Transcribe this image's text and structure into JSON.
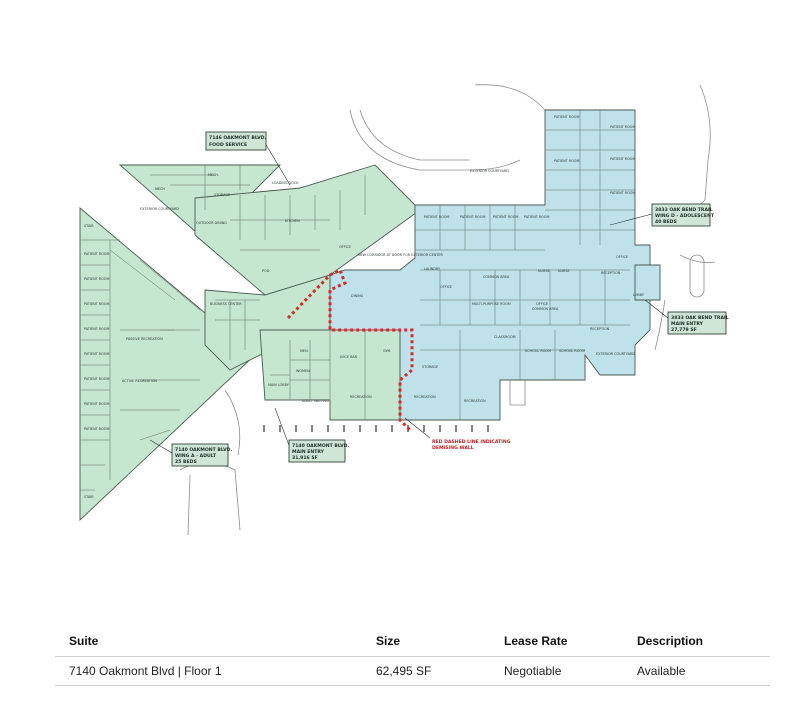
{
  "plan_labels": {
    "food_service": [
      "7146 OAKMONT BLVD.",
      "FOOD SERVICE"
    ],
    "adolescent": [
      "3833 OAK BEND TRAIL",
      "WING D - ADOLESCENT",
      "40 BEDS"
    ],
    "main_entry_right": [
      "3833 OAK BEND TRAIL",
      "MAIN ENTRY",
      "27,779 SF"
    ],
    "wing_a": [
      "7140 OAKMONT BLVD.",
      "WING A - ADULT",
      "25 BEDS"
    ],
    "main_entry_center": [
      "7140 OAKMONT BLVD.",
      "MAIN ENTRY",
      "31,916 SF"
    ],
    "demising_note": [
      "RED DASHED LINE INDICATING",
      "DEMISING WALL"
    ],
    "rooms": {
      "mech": "MECH.",
      "mech2": "MECH",
      "storage": "STORAGE",
      "loading": "LOADING DOCK",
      "courtyard_left": "EXTERIOR COURTYARD",
      "courtyard_top": "EXTERIOR COURTYARD",
      "courtyard_right": "EXTERIOR COURTYARD",
      "outdoor_dining": "OUTDOOR DINING",
      "dining": "DINING",
      "gym": "GYM",
      "recreation": "RECREATION",
      "recreation2": "RECREATION",
      "recreation3": "RECREATION",
      "common": "COMMON AREA",
      "multipurpose": "MULTI-PURPOSE ROOM",
      "patient": "PATIENT ROOM",
      "office": "OFFICE",
      "nurse": "NURSE",
      "lobby": "LOBBY",
      "reception": "RECEPTION",
      "business": "BUSINESS CENTER",
      "stair": "STAIR",
      "classroom": "CLASSROOM",
      "school": "SCHOOL ROOM",
      "laundry": "LAUNDRY",
      "storage2": "STORAGE",
      "kitchen": "KITCHEN",
      "courtyard_note": "NEW CORRIDOR AT DOOR FOR EXTERIOR CENTER",
      "active_rec": "ACTIVE RECREATION",
      "passive_rec": "PASSIVE RECREATION",
      "women": "WOMEN",
      "men": "MEN",
      "juice": "JUICE BAR",
      "staff": "ADULT WAITING",
      "main_lobby": "MAIN LOBBY",
      "pod": "POD"
    }
  },
  "table": {
    "headers": [
      "Suite",
      "Size",
      "Lease Rate",
      "Description"
    ],
    "rows": [
      [
        "7140 Oakmont Blvd | Floor 1",
        "62,495 SF",
        "Negotiable",
        "Available"
      ]
    ]
  },
  "colors": {
    "green_fill": "#c5e6cf",
    "blue_fill": "#bfe2ea",
    "line": "#4a5a52",
    "red_dash": "#d42a2a"
  }
}
